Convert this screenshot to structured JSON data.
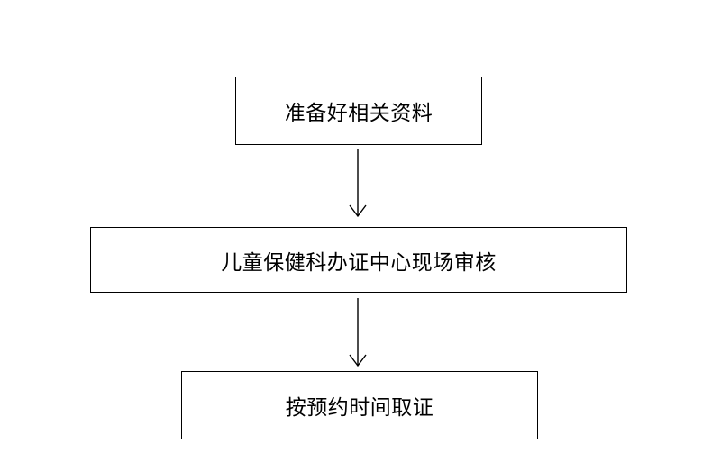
{
  "flowchart": {
    "steps": [
      {
        "label": "准备好相关资料"
      },
      {
        "label": "儿童保健科办证中心现场审核"
      },
      {
        "label": "按预约时间取证"
      }
    ],
    "colors": {
      "stroke": "#000000",
      "background": "#ffffff",
      "text": "#000000"
    }
  }
}
